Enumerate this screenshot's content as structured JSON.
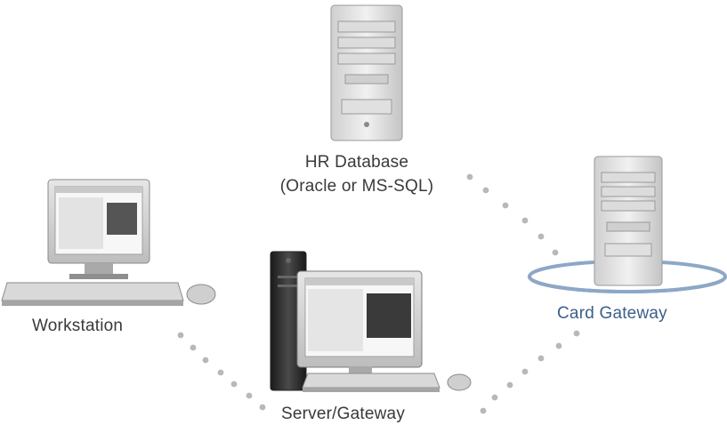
{
  "nodes": {
    "hr_database": {
      "line1": "HR Database",
      "line2": "(Oracle or MS-SQL)"
    },
    "workstation": {
      "label": "Workstation"
    },
    "server_gateway": {
      "label": "Server/Gateway"
    },
    "card_gateway": {
      "label": "Card Gateway"
    }
  },
  "colors": {
    "text": "#3a3a3a",
    "card_gateway_text": "#3b5f8a",
    "ring": "#8da7c6",
    "dots": "#b8b8b8"
  },
  "icons": [
    "tower-server-icon",
    "desktop-computer-icon",
    "keyboard-icon",
    "mouse-icon"
  ]
}
